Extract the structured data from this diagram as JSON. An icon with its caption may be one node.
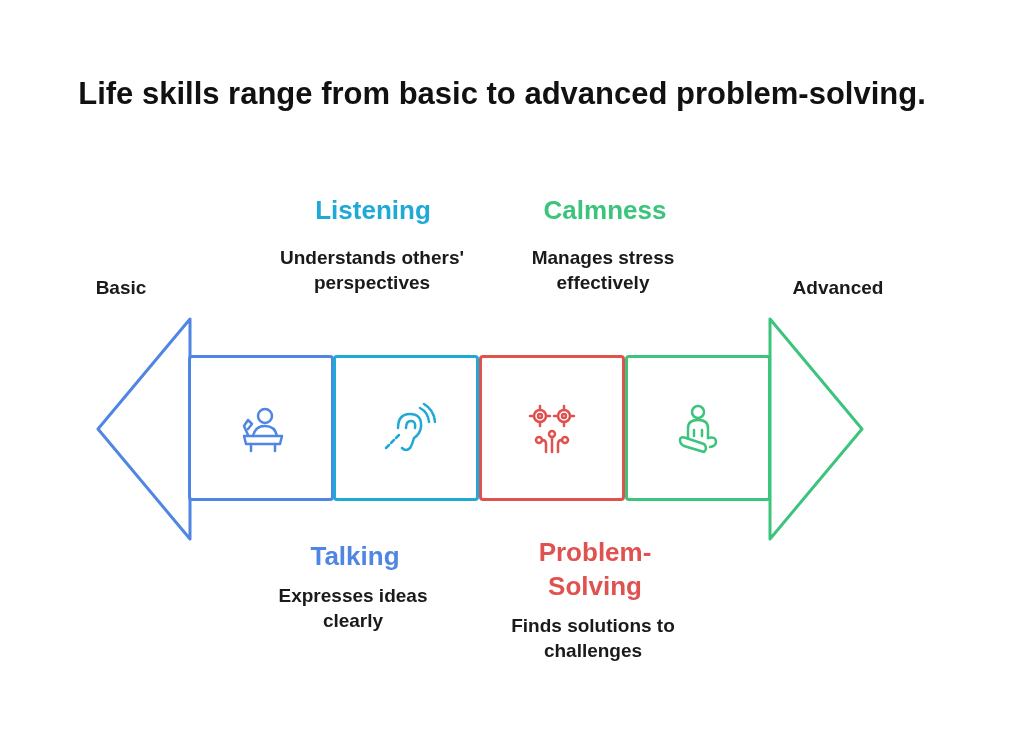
{
  "diagram": {
    "title": "Life skills range from basic to advanced problem-solving.",
    "nodes": [
      {
        "text": [
          "Basic"
        ]
      },
      {
        "text": [
          "Talking",
          "Expresses ideas clearly"
        ]
      },
      {
        "text": [
          "Listening",
          "Understands others' perspectives"
        ]
      },
      {
        "text": [
          "Problem-Solving",
          "Finds solutions to challenges"
        ]
      },
      {
        "text": [
          "Calmness",
          "Manages stress effectively"
        ]
      },
      {
        "text": [
          "Advanced"
        ]
      }
    ],
    "edges": []
  }
}
